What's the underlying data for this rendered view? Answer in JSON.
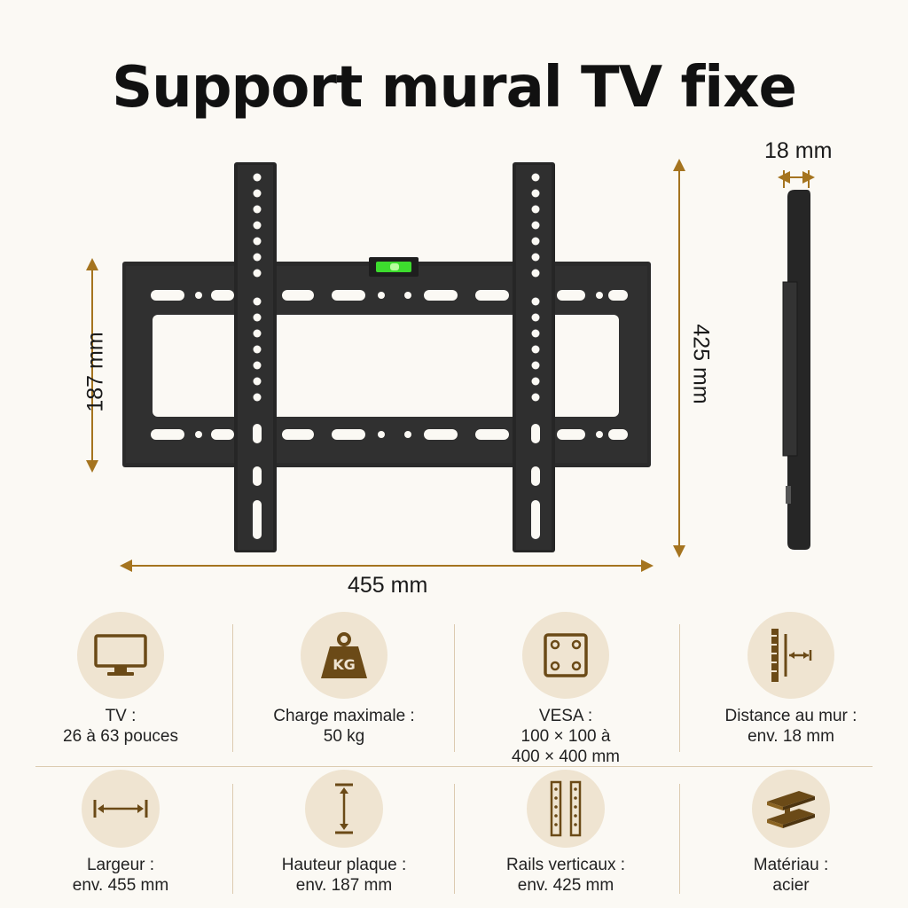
{
  "title": "Support mural TV fixe",
  "dimensions": {
    "depth": "18 mm",
    "width": "455 mm",
    "plate_height": "187 mm",
    "rail_height": "425 mm"
  },
  "colors": {
    "accent": "#a5741f",
    "circle": "#efe4d1",
    "icon": "#6b4a17",
    "bracket": "#2a2a2a",
    "level": "#3ddc2e"
  },
  "specs": [
    {
      "icon": "tv-icon",
      "label": "TV :",
      "value": "26 à 63 pouces"
    },
    {
      "icon": "kg-weight-icon",
      "label": "Charge maximale :",
      "value": "50 kg",
      "icon_text": "KG"
    },
    {
      "icon": "vesa-icon",
      "label": "VESA :",
      "value": "100 × 100 à",
      "value2": "400 × 400 mm"
    },
    {
      "icon": "wall-distance-icon",
      "label": "Distance au mur :",
      "value": "env. 18 mm"
    },
    {
      "icon": "width-icon",
      "label": "Largeur :",
      "value": "env. 455 mm"
    },
    {
      "icon": "height-icon",
      "label": "Hauteur plaque :",
      "value": "env. 187 mm"
    },
    {
      "icon": "rails-icon",
      "label": "Rails verticaux :",
      "value": "env. 425 mm"
    },
    {
      "icon": "steel-beam-icon",
      "label": "Matériau :",
      "value": "acier"
    }
  ]
}
